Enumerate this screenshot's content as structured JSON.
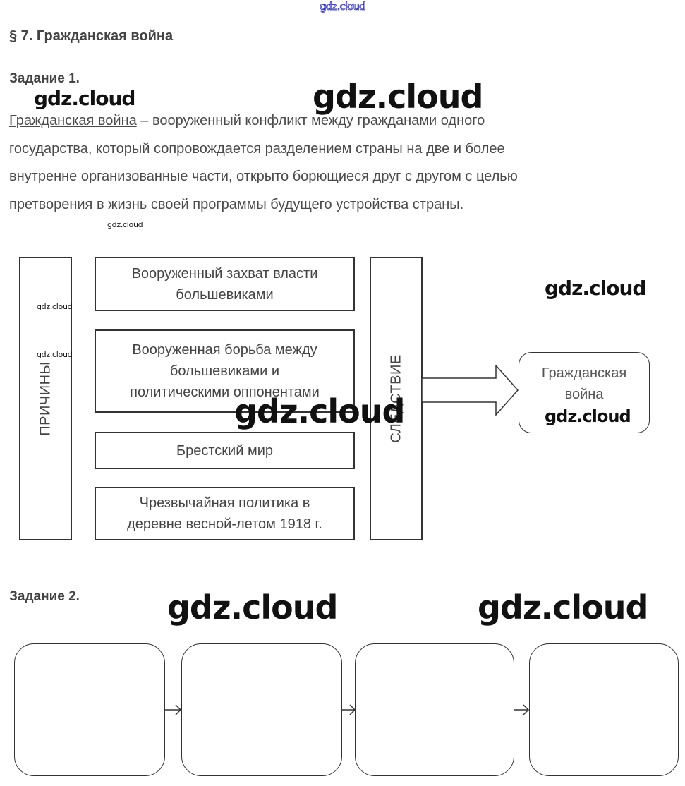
{
  "watermark_top": "gdz.cloud",
  "watermark": "gdz.cloud",
  "section_title": "§ 7. Гражданская война",
  "task1": {
    "title": "Задание 1.",
    "definition": {
      "term": "Гражданская война",
      "line1_rest": " – вооруженный конфликт между гражданами одного",
      "line2": "государства, который сопровождается разделением страны на две и более",
      "line3": "внутренне организованные части, открыто борющиеся друг с другом с целью",
      "line4": "претворения в жизнь своей программы будущего устройства страны."
    },
    "diagram": {
      "causes_label": "ПРИЧИНЫ",
      "consequence_label": "СЛЕДСТВИЕ",
      "causes": [
        "Вооруженный захват власти\nбольшевиками",
        "Вооруженная борьба между\nбольшевиками и\nполитическими оппонентами",
        "Брестский мир",
        "Чрезвычайная политика в\nдеревне весной-летом 1918 г."
      ],
      "result": "Гражданская\nвойна"
    }
  },
  "task2": {
    "title": "Задание 2.",
    "boxes": [
      "",
      "",
      "",
      ""
    ]
  }
}
